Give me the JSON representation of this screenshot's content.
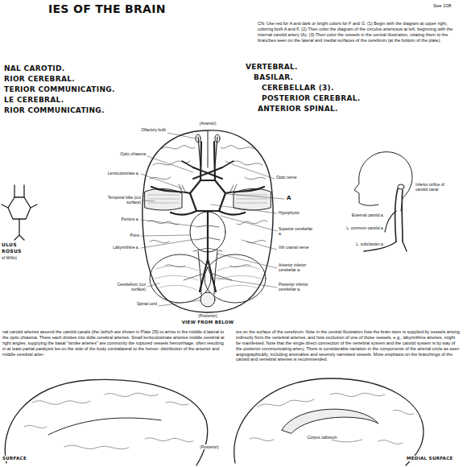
{
  "diagram": {
    "title": "IES OF THE BRAIN",
    "labels": [
      "See 108",
      "CN: Use red for A and dark or bright colors for F and G. (1) Begin with the diagram at upper right, coloring both A and F. (2) Then color the diagram of the circulus arteriosus at left, beginning with the internal carotid artery (A). (3) Then color the vessels in the central illustration, relating them to the branches seen on the lateral and medial surfaces of the cerebrum (at the bottom of the plate).",
      "NAL CAROTID.",
      "RIOR CEREBRAL.",
      "TERIOR COMMUNICATING.",
      "LE CEREBRAL.",
      "RIOR COMMUNICATING.",
      "VERTEBRAL.",
      "BASILAR.",
      "CEREBELLAR (3).",
      "POSTERIOR CEREBRAL.",
      "ANTERIOR SPINAL.",
      "(Anterior)",
      "Olfactory bulb",
      "Optic chiasma",
      "Lenticulostriate a.",
      "Optic nerve",
      "Temporal lobe (cut surface)",
      "Pontine a.",
      "Pons",
      "Labyrinthine a.",
      "A",
      "Hypophysis",
      "Superior cerebellar a.",
      "Vth cranial nerve",
      "Anterior inferior cerebellar a.",
      "Posterior inferior cerebellar a.",
      "Cerebellum (cut surface)",
      "Spinal cord",
      "(Posterior)",
      "VIEW FROM BELOW",
      "ULUS",
      "ROSUS",
      "of Willis)",
      "Inferior orifice of carotid canal",
      "External carotid a.",
      "L. common carotid a.",
      "L. subclavian a.",
      "nal carotid arteries ascend the carotid canals (the (which are shown in Plate 25) to arrive in the middle d lateral to the optic chiasma. There each divides into iddle cerebral arteries. Small lenticulostriate arteries middle cerebral at right angles, supplying the basal \"stroke arteries\" are commonly the ruptured vessels hemorrhage, often resulting in at least partial paralysis les on the side of the body contralateral to the hemor- distribution of the anterior and middle cerebral arter-",
      "ies on the surface of the cerebrum. Note in the central illustration how the brain stem is supplied by vessels arising indirectly from the vertebral arteries, and how occlusion of one of those vessels, e.g., labyrinthine arteries, might be manifested. Note that the single direct connection of the vertebral system and the carotid system is by way of the posterior communicating artery. There is considerable variation in the components of the arterial circle as seen angiographically, including anomalies and severely narrowed vessels. More emphasis on the branchings of the carotid and vertebral arteries is recommended.",
      "SURFACE",
      "(Posterior)",
      "Corpus callosum",
      "MEDIAL SURFACE"
    ]
  }
}
